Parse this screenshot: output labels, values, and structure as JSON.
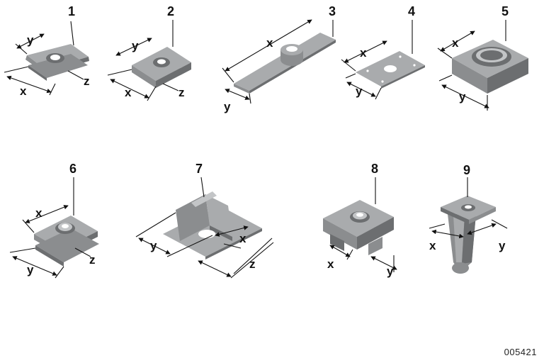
{
  "parts": [
    {
      "number": "1",
      "dims": [
        "y",
        "x",
        "z"
      ]
    },
    {
      "number": "2",
      "dims": [
        "y",
        "x",
        "z"
      ]
    },
    {
      "number": "3",
      "dims": [
        "x",
        "y"
      ]
    },
    {
      "number": "4",
      "dims": [
        "x",
        "y"
      ]
    },
    {
      "number": "5",
      "dims": [
        "x",
        "y"
      ]
    },
    {
      "number": "6",
      "dims": [
        "x",
        "y",
        "z"
      ]
    },
    {
      "number": "7",
      "dims": [
        "y",
        "x",
        "z"
      ]
    },
    {
      "number": "8",
      "dims": [
        "x",
        "y"
      ]
    },
    {
      "number": "9",
      "dims": [
        "x",
        "y"
      ]
    }
  ],
  "reference_code": "005421",
  "colors": {
    "metal_dark": "#6c6e70",
    "metal_mid": "#8b8d8f",
    "metal_light": "#a9abad",
    "line": "#111111"
  }
}
